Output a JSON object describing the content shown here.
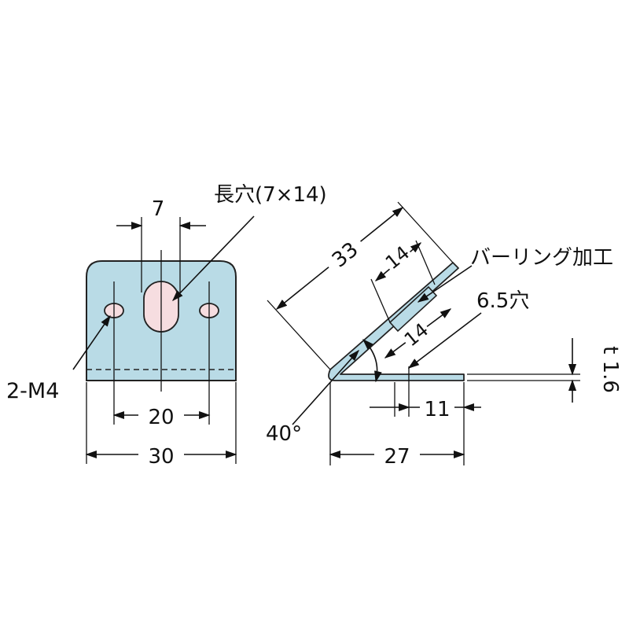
{
  "labels": {
    "slot": "長穴(7×14)",
    "slot_width": "7",
    "tapped_holes": "2-M4",
    "hole_pitch": "20",
    "width": "30",
    "length_long": "33",
    "length_burring": "14",
    "burring": "バーリング加工",
    "hole": "6.5穴",
    "length_to_hole": "14",
    "thickness": "t 1.6",
    "angle": "40°",
    "length_short": "27",
    "offset": "11"
  },
  "colors": {
    "plate": "#b9dbe6",
    "slot_fill": "#f6dde0",
    "line": "#111111"
  }
}
